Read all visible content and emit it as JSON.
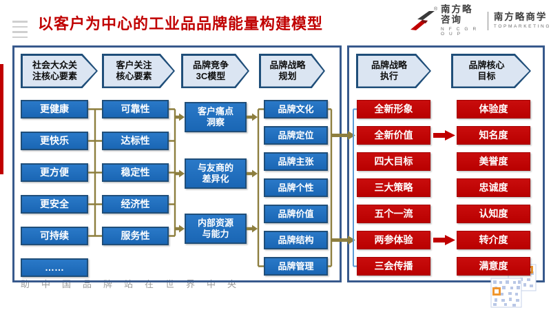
{
  "header": {
    "title": "以客户为中心的工业品品牌能量构建模型",
    "logo": {
      "reg_mark": "®",
      "brand1_cn": "南方略咨询",
      "brand1_en": "N F C   G R O U P",
      "brand2_cn": "南方略商学",
      "brand2_en": "TOPMARKETING"
    }
  },
  "left_panel": {
    "headers": {
      "social": "社会大众关\n注核心要素",
      "customer": "客户关注\n核心要素",
      "competition": "品牌竞争\n3C模型",
      "planning": "品牌战略\n规划"
    },
    "col_social": [
      "更健康",
      "更快乐",
      "更方便",
      "更安全",
      "可持续",
      "……"
    ],
    "col_customer": [
      "可靠性",
      "达标性",
      "稳定性",
      "经济性",
      "服务性"
    ],
    "col_3c": [
      "客户痛点\n洞察",
      "与友商的\n差异化",
      "内部资源\n与能力"
    ],
    "col_strategy": [
      "品牌文化",
      "品牌定位",
      "品牌主张",
      "品牌个性",
      "品牌价值",
      "品牌结构",
      "品牌管理"
    ]
  },
  "right_panel": {
    "headers": {
      "execution": "品牌战略\n执行",
      "goal": "品牌核心\n目标"
    },
    "col_execution": [
      "全新形象",
      "全新价值",
      "四大目标",
      "三大策略",
      "五个一流",
      "两参体验",
      "三会传播"
    ],
    "col_goals": [
      "体验度",
      "知名度",
      "美誉度",
      "忠诚度",
      "认知度",
      "转介度",
      "满意度"
    ]
  },
  "footer": {
    "slogan": "助中国品牌站在世界中央"
  },
  "colors": {
    "title_red": "#c00000",
    "box_blue": "#1d6ebf",
    "box_blue_border": "#1f4e79",
    "box_red": "#c00000",
    "connector_olive": "#8d7e3e",
    "connector_blue": "#5b9bd5",
    "panel_border": "#37598c"
  }
}
